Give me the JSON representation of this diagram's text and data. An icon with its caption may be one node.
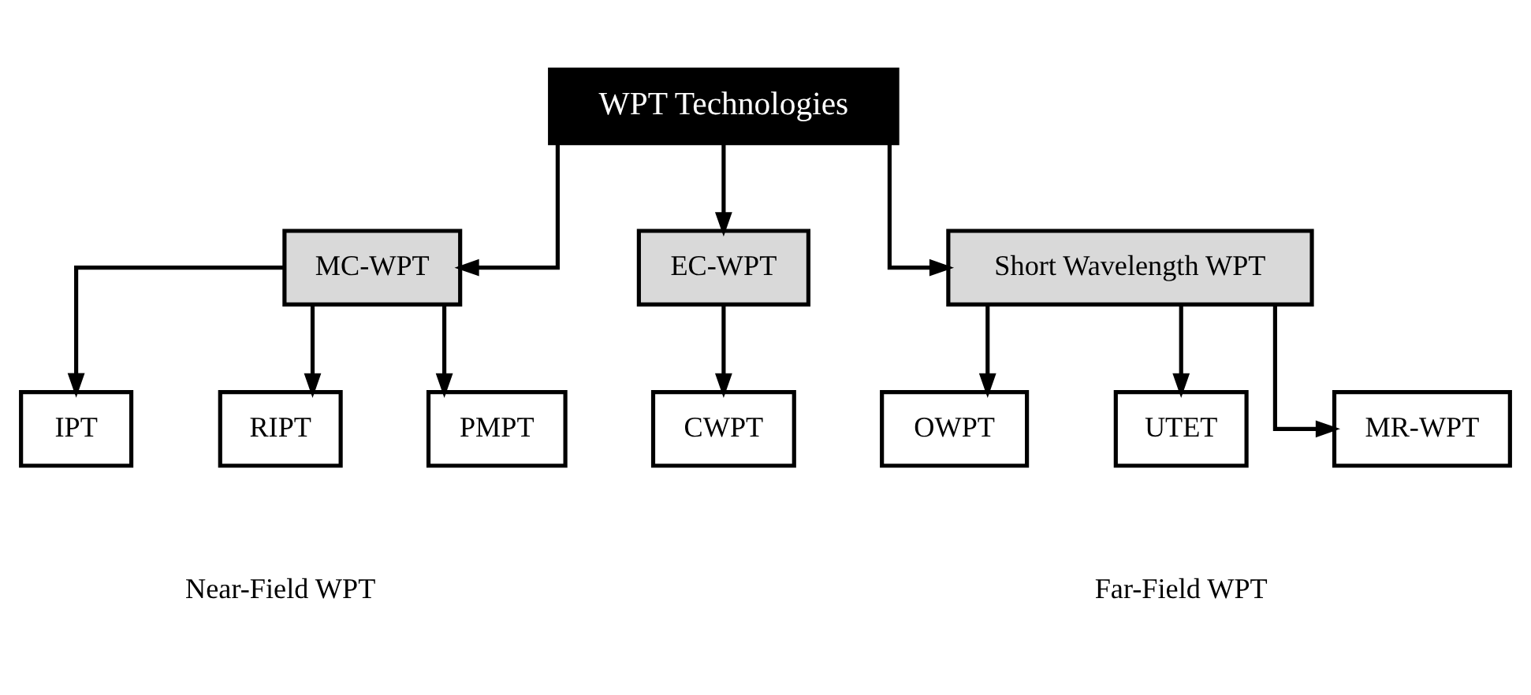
{
  "diagram": {
    "nodes": [
      {
        "text": [
          "WPT Technologies"
        ]
      },
      {
        "text": [
          "MC-WPT"
        ]
      },
      {
        "text": [
          "EC-WPT"
        ]
      },
      {
        "text": [
          "Short Wavelength WPT"
        ]
      },
      {
        "text": [
          "IPT"
        ]
      },
      {
        "text": [
          "RIPT"
        ]
      },
      {
        "text": [
          "PMPT"
        ]
      },
      {
        "text": [
          "CWPT"
        ]
      },
      {
        "text": [
          "OWPT"
        ]
      },
      {
        "text": [
          "UTET"
        ]
      },
      {
        "text": [
          "MR-WPT"
        ]
      }
    ],
    "edges": [
      {
        "from": 0,
        "to": 1,
        "arrow": "to"
      },
      {
        "from": 0,
        "to": 2,
        "arrow": "to"
      },
      {
        "from": 0,
        "to": 3,
        "arrow": "to"
      },
      {
        "from": 1,
        "to": 4,
        "arrow": "to"
      },
      {
        "from": 1,
        "to": 5,
        "arrow": "to"
      },
      {
        "from": 1,
        "to": 6,
        "arrow": "to"
      },
      {
        "from": 2,
        "to": 7,
        "arrow": "to"
      },
      {
        "from": 3,
        "to": 8,
        "arrow": "to"
      },
      {
        "from": 3,
        "to": 9,
        "arrow": "to"
      },
      {
        "from": 3,
        "to": 10,
        "arrow": "to"
      }
    ],
    "labels": [
      "Near-Field WPT",
      "Far-Field WPT"
    ]
  }
}
